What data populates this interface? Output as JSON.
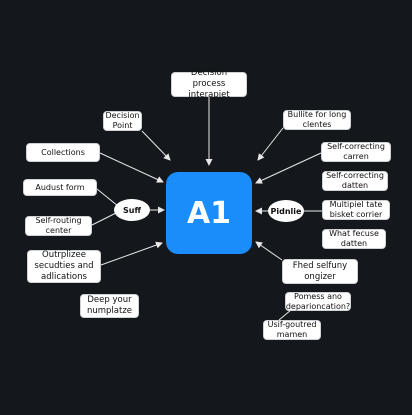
{
  "center": {
    "label": "A1",
    "color": "#1a8dfb"
  },
  "hubs": {
    "left": "Suff",
    "right": "Pidnlie"
  },
  "nodes": {
    "top": [
      "Decision process",
      "interapiet"
    ],
    "decision_point": [
      "Decision",
      "Point"
    ],
    "collections": [
      "Collections"
    ],
    "audust_form": [
      "Audust form"
    ],
    "self_routing": [
      "Self-routing",
      "center"
    ],
    "outrplizee": [
      "Outrplizee",
      "secudties and",
      "adlications"
    ],
    "deep_your": [
      "Deep your",
      "numplatze"
    ],
    "bullite": [
      "Bullite for long",
      "clentes"
    ],
    "self_correcting_1": [
      "Self-correcting",
      "carren"
    ],
    "self_correcting_2": [
      "Self-correcting",
      "datten"
    ],
    "multipiel": [
      "Multipiel tate",
      "bisket corrier"
    ],
    "what_fecuse": [
      "What fecuse",
      "datten"
    ],
    "fhed": [
      "Fhed selfuny",
      "ongizer"
    ],
    "pomess": [
      "Pomess ano",
      "deparioncation?"
    ],
    "usif": [
      "Usif-goutred",
      "mamen"
    ]
  },
  "colors": {
    "background": "#14181d",
    "arrow": "#e8e8e8",
    "box": "#ffffff"
  }
}
